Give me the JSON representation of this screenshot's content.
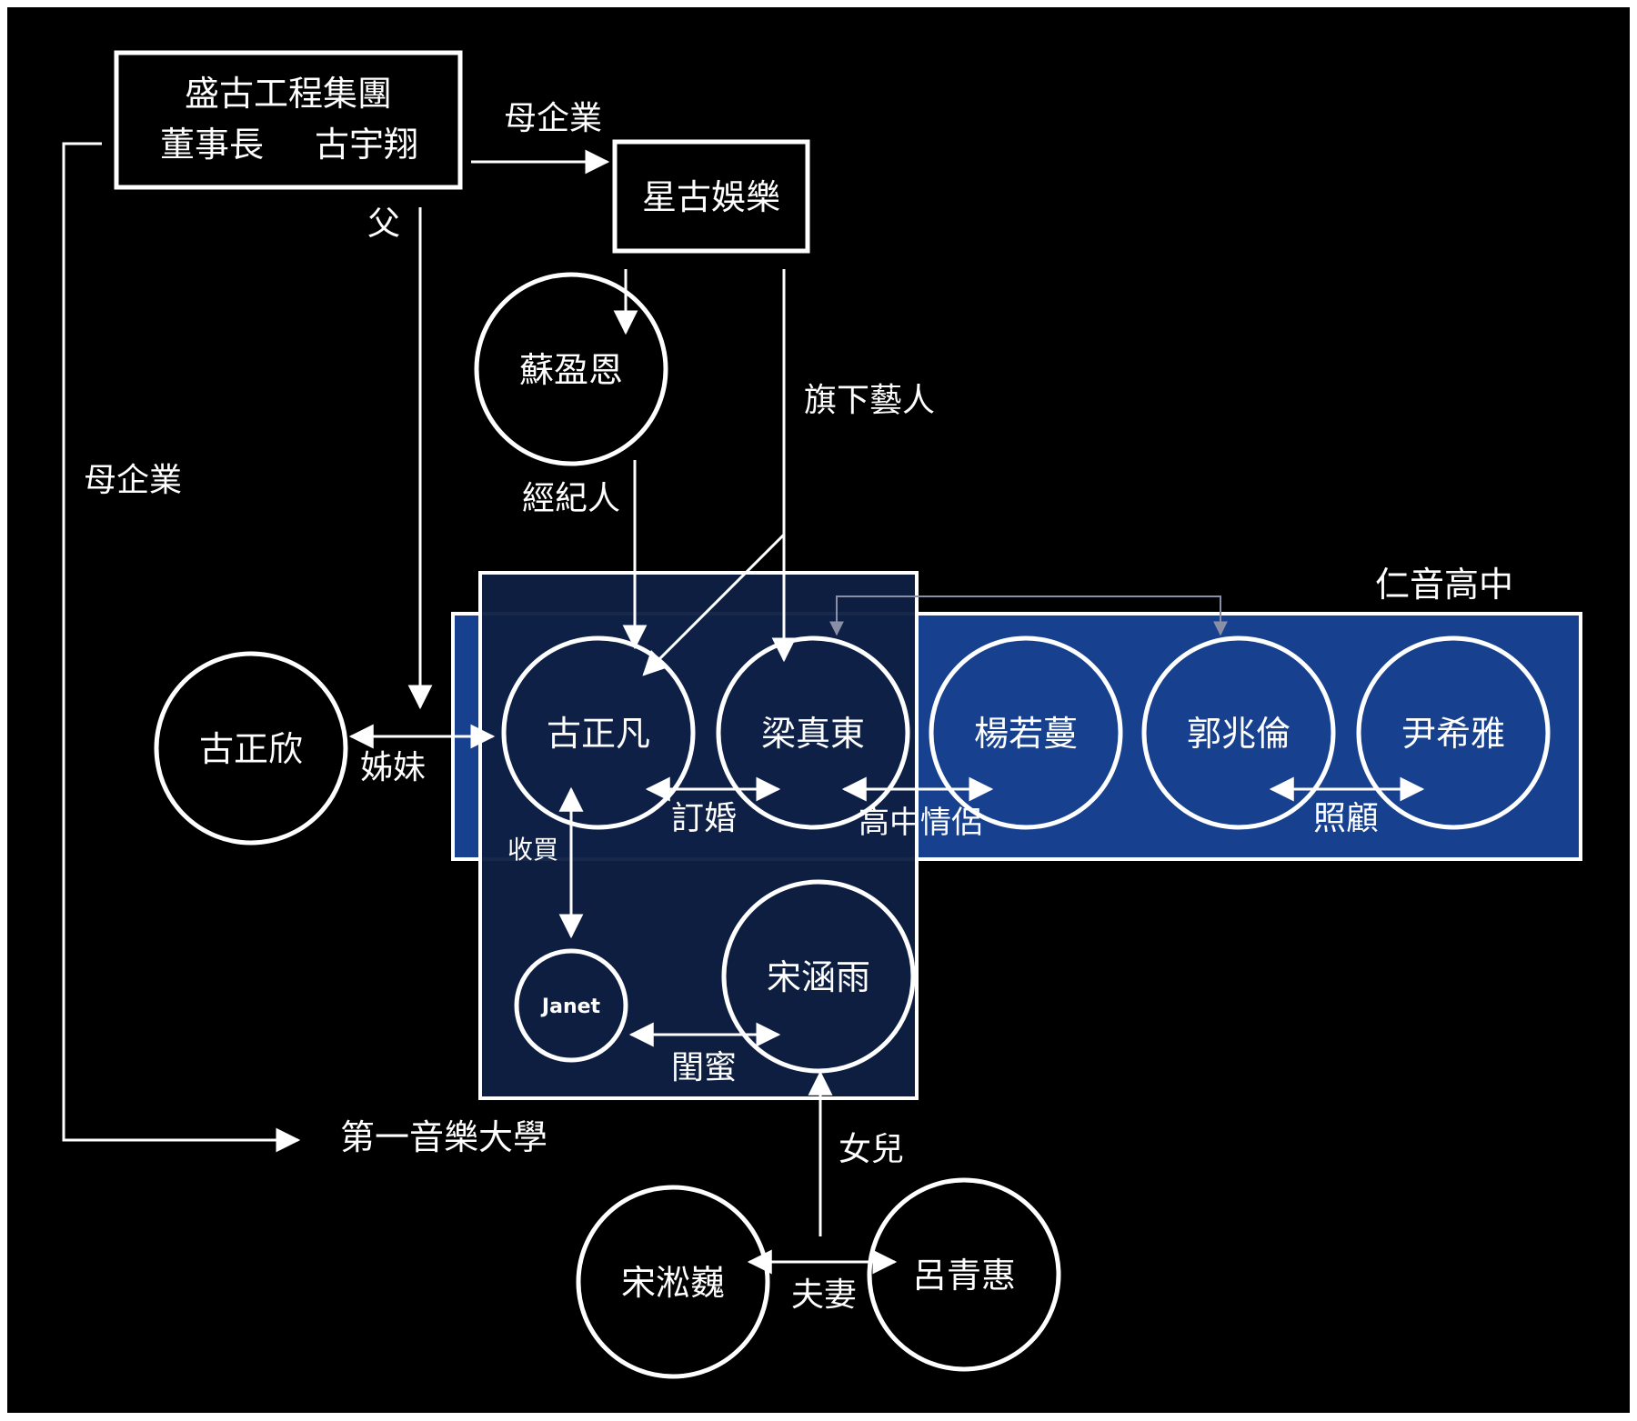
{
  "colors": {
    "background": "#000000",
    "school_fill": "#17408f",
    "group_fill": "#0f1f43",
    "line": "#ffffff",
    "dim_line": "#8a8fa8"
  },
  "entities": {
    "parent_company": {
      "line1": "盛古工程集團",
      "line2_left": "董事長",
      "line2_right": "古宇翔"
    },
    "subsidiary": "星古娛樂",
    "university": "第一音樂大學",
    "school": "仁音高中"
  },
  "people": {
    "su_yingen": "蘇盈恩",
    "gu_zhengxin": "古正欣",
    "gu_zhengfan": "古正凡",
    "liang_zhendong": "梁真東",
    "yang_ruoman": "楊若蔓",
    "guo_zhaolun": "郭兆倫",
    "yin_xiya": "尹希雅",
    "janet": "Janet",
    "song_hanyu": "宋涵雨",
    "song_songwei": "宋淞巍",
    "lu_qinghui": "呂青惠"
  },
  "relations": {
    "parent_company_top": "母企業",
    "parent_company_side": "母企業",
    "father": "父",
    "artist": "旗下藝人",
    "manager": "經紀人",
    "siblings": "姊妹",
    "engaged": "訂婚",
    "hs_couple": "高中情侶",
    "care": "照顧",
    "bribe": "收買",
    "best_friends": "閨蜜",
    "daughter": "女兒",
    "spouses": "夫妻"
  }
}
